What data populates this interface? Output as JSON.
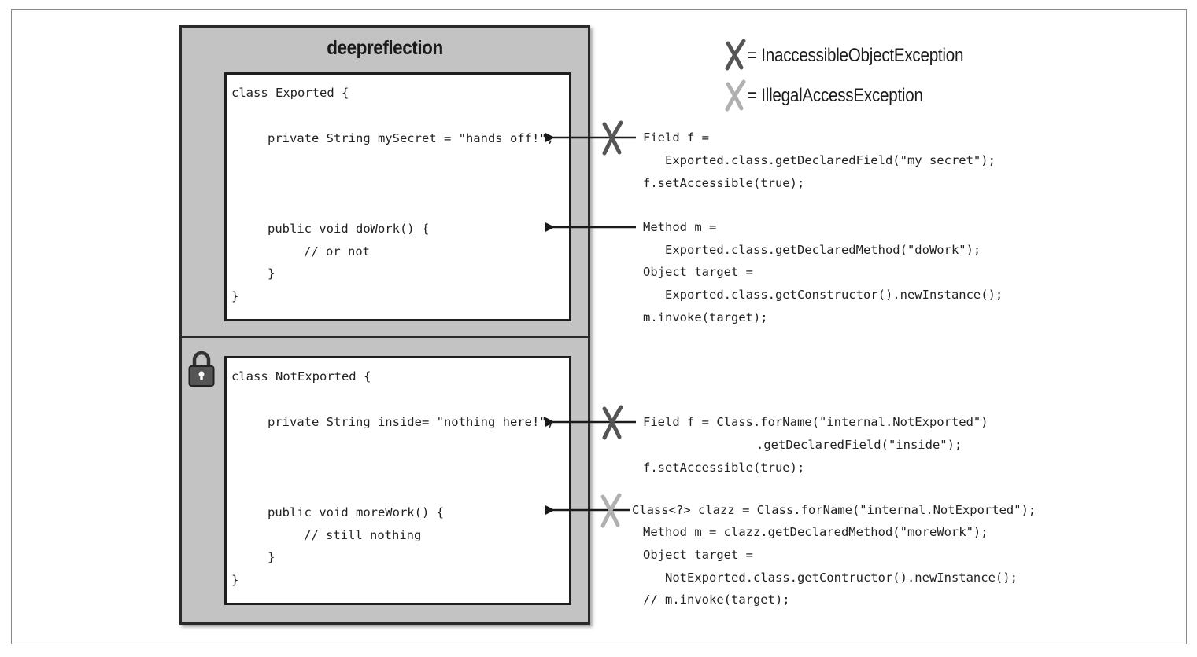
{
  "module": {
    "name": "deepreflection"
  },
  "exported_class": {
    "line1": "class Exported {",
    "line2": "private String mySecret = \"hands off!\";",
    "line3": "public void doWork() {",
    "line4": "// or not",
    "line5": "}",
    "line6": "}"
  },
  "not_exported_class": {
    "line1": "class NotExported {",
    "line2": "private String inside= \"nothing here!\";",
    "line3": "public void moreWork() {",
    "line4": "// still nothing",
    "line5": "}",
    "line6": "}"
  },
  "legend": {
    "inaccessible": "= InaccessibleObjectException",
    "illegal": "= IllegalAccessException",
    "inaccessible_color": "#555555",
    "illegal_color": "#b0b0b0"
  },
  "reflection_calls": {
    "field_exported": {
      "l1": "Field f =",
      "l2": "Exported.class.getDeclaredField(\"my secret\");",
      "l3": "f.setAccessible(true);"
    },
    "method_exported": {
      "l1": "Method m =",
      "l2": "Exported.class.getDeclaredMethod(\"doWork\");",
      "l3": "Object target =",
      "l4": "Exported.class.getConstructor().newInstance();",
      "l5": "m.invoke(target);"
    },
    "field_not_exported": {
      "l1": "Field f = Class.forName(\"internal.NotExported\")",
      "l2": ".getDeclaredField(\"inside\");",
      "l3": "f.setAccessible(true);"
    },
    "method_not_exported": {
      "l1": "Class<?> clazz = Class.forName(\"internal.NotExported\");",
      "l2": "Method m = clazz.getDeclaredMethod(\"moreWork\");",
      "l3": "Object target =",
      "l4": "NotExported.class.getContructor().newInstance();",
      "l5": "// m.invoke(target);"
    }
  },
  "icons": {
    "lock": "lock-icon",
    "dark_cross": "inaccessible-cross-icon",
    "light_cross": "illegal-access-cross-icon"
  }
}
